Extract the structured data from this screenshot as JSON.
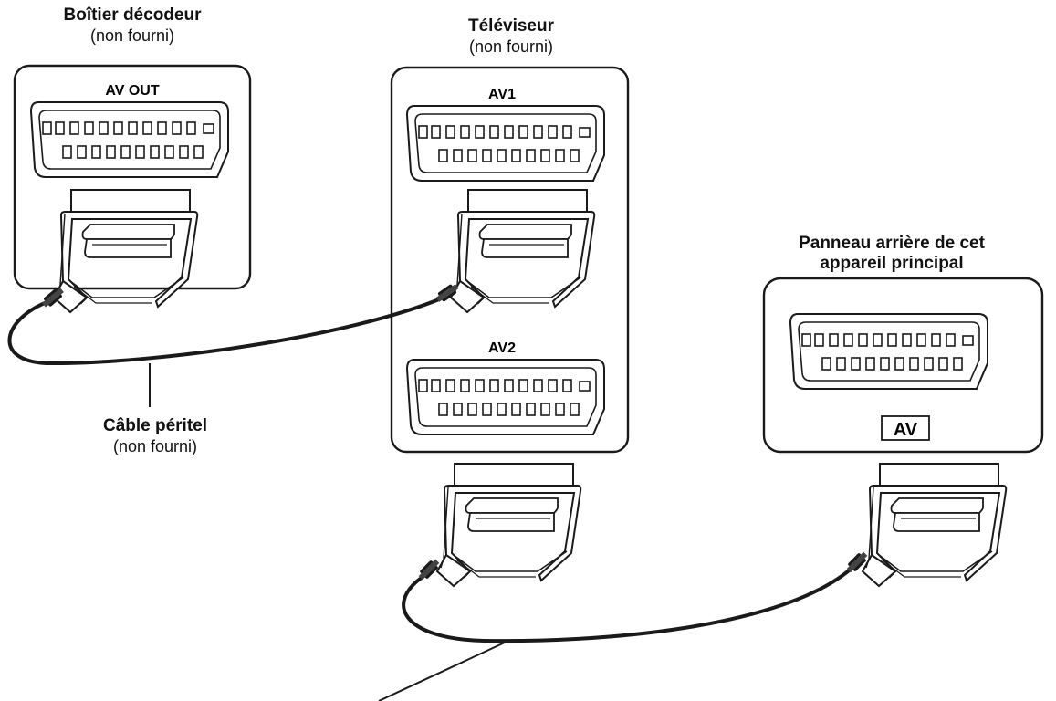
{
  "labels": {
    "decoder_title": "Boîtier décodeur",
    "decoder_note": "(non fourni)",
    "tv_title": "Téléviseur",
    "tv_note": "(non fourni)",
    "main_title_line1": "Panneau arrière de cet",
    "main_title_line2": "appareil principal",
    "cable_title": "Câble péritel",
    "cable_note": "(non fourni)"
  },
  "ports": {
    "decoder_port": "AV OUT",
    "tv_port_1": "AV1",
    "tv_port_2": "AV2",
    "main_port": "AV"
  },
  "colors": {
    "line": "#1a1a1a",
    "background": "#ffffff"
  }
}
